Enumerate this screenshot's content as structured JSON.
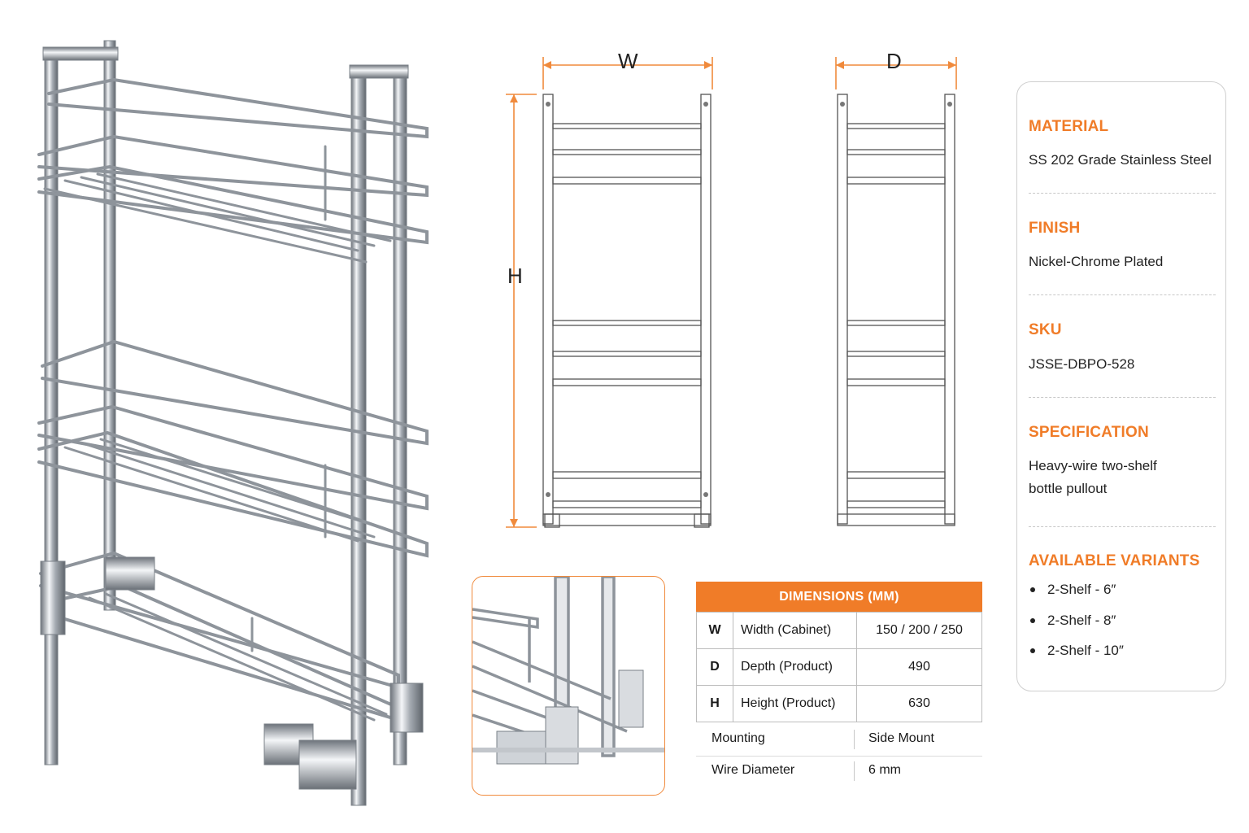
{
  "diagram": {
    "width_label": "W",
    "depth_label": "D",
    "height_label": "H"
  },
  "dimensions_table": {
    "title": "DIMENSIONS (MM)",
    "rows": [
      {
        "key": "W",
        "label": "Width (Cabinet)",
        "value": "150 / 200 / 250"
      },
      {
        "key": "D",
        "label": "Depth (Product)",
        "value": "490"
      },
      {
        "key": "H",
        "label": "Height (Product)",
        "value": "630"
      }
    ],
    "extra_rows": [
      {
        "label": "Mounting",
        "value": "Side Mount"
      },
      {
        "label": "Wire Diameter",
        "value": "6 mm"
      }
    ]
  },
  "info_card": {
    "material_title": "MATERIAL",
    "material_value": "SS 202 Grade Stainless Steel",
    "finish_title": "FINISH",
    "finish_value": "Nickel-Chrome Plated",
    "sku_title": "SKU",
    "sku_value": "JSSE-DBPO-528",
    "specification_title": "SPECIFICATION",
    "specification_value": "Heavy-wire two-shelf bottle pullout",
    "variants_title": "AVAILABLE VARIANTS",
    "variants": [
      "2-Shelf - 6″",
      "2-Shelf - 8″",
      "2-Shelf - 10″"
    ]
  },
  "colors": {
    "accent": "#f07c28",
    "dimension_line": "#f08a3c",
    "chrome": "#9a9fa6"
  }
}
